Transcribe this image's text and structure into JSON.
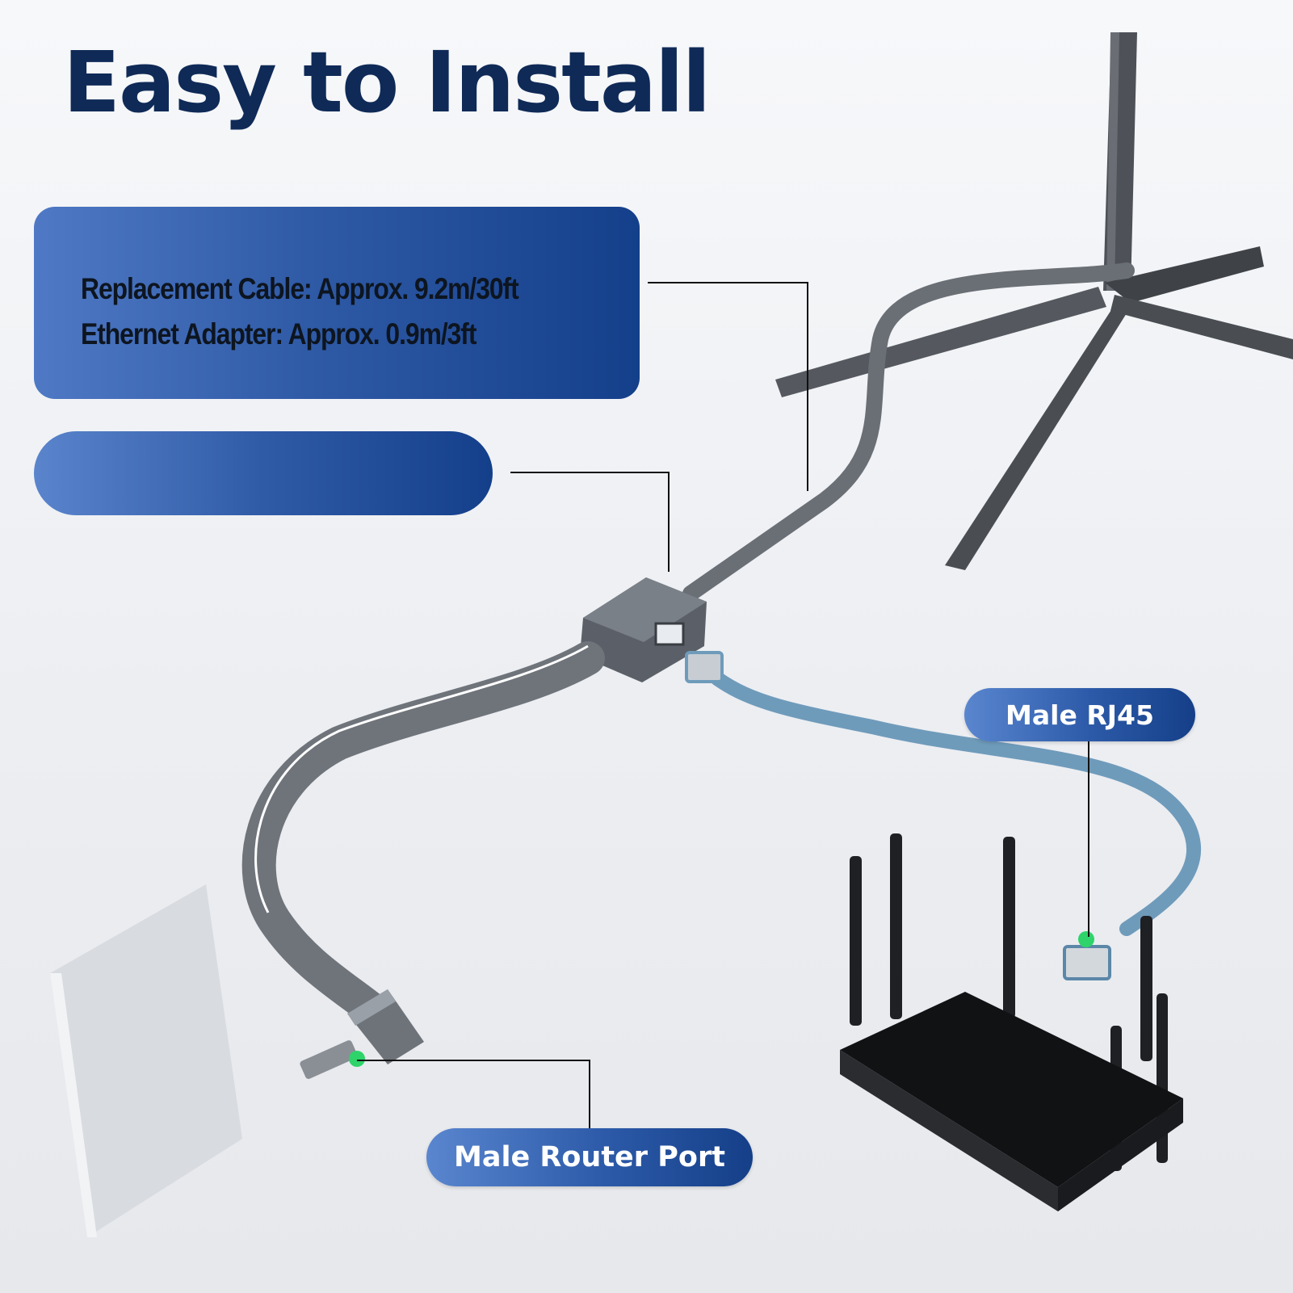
{
  "title": "Easy to Install",
  "specs": {
    "line1": "Replacement Cable: Approx. 9.2m/30ft",
    "line2": "Ethernet Adapter: Approx. 0.9m/3ft"
  },
  "labels": {
    "male_rj45": "Male RJ45",
    "male_router_port": "Male Router Port"
  },
  "colors": {
    "title": "#0f2a57",
    "accent_blue": "#2f5aa6",
    "cable_gray": "#6a6f76",
    "ethernet_blue": "#6f9bbb",
    "indicator_green": "#2ed36a"
  },
  "icons": [
    "stand-base-icon",
    "ethernet-adapter-icon",
    "router-icon",
    "access-point-icon",
    "rj45-plug-icon",
    "router-port-plug-icon"
  ]
}
